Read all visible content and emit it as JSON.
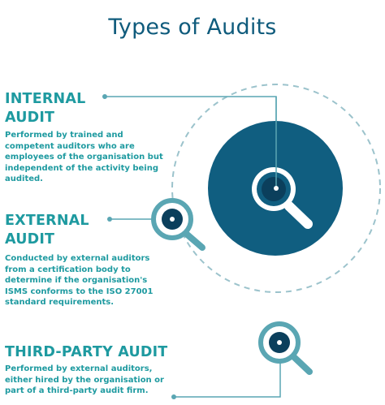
{
  "title": "Types of Audits",
  "colors": {
    "title": "#0f5b7c",
    "accent": "#1e9aa0",
    "dark": "#0f5b7c",
    "light": "#5aa6b3"
  },
  "items": [
    {
      "heading_line1": "INTERNAL",
      "heading_line2": "AUDIT",
      "description": "Performed by trained and competent auditors who are employees of the organisation but independent of the activity being audited.",
      "icon": "magnifier-icon"
    },
    {
      "heading_line1": "EXTERNAL",
      "heading_line2": "AUDIT",
      "description": "Conducted by external auditors from a certification body to determine if the organisation's ISMS conforms to the ISO 27001 standard requirements.",
      "icon": "magnifier-icon"
    },
    {
      "heading_line1": "THIRD-PARTY AUDIT",
      "heading_line2": "",
      "description": "Performed by external auditors, either hired by the organisation or part of a third-party audit firm.",
      "icon": "magnifier-icon"
    }
  ]
}
